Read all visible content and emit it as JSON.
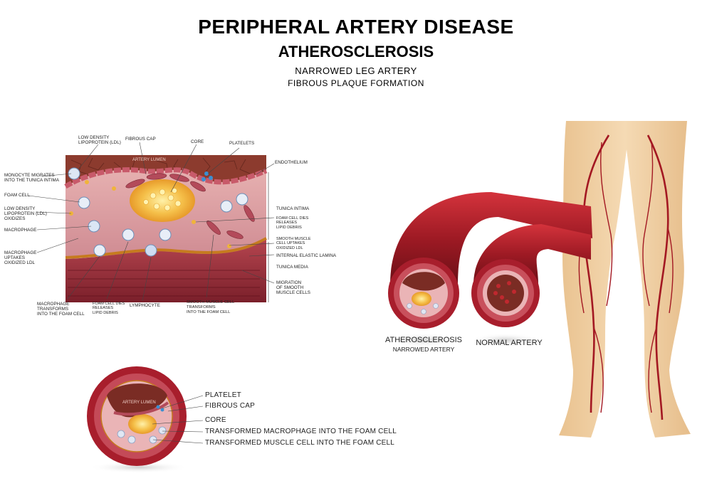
{
  "header": {
    "title": "PERIPHERAL ARTERY DISEASE",
    "subtitle": "ATHEROSCLEROSIS",
    "line1": "NARROWED LEG ARTERY",
    "line2": "FIBROUS PLAQUE FORMATION"
  },
  "detail": {
    "lumen_label": "ARTERY LUMEN",
    "top_labels": {
      "ldl": "LOW DENSITY\nLIPOPROTEIN (LDL)",
      "fibrous_cap": "FIBROUS CAP",
      "core": "CORE",
      "platelets": "PLATELETS"
    },
    "left_labels": {
      "monocyte": "MONOCYTE MIGRATES\nINTO THE TUNICA INTIMA",
      "foam_cell": "FOAM CELL",
      "ldl_oxidizes": "LOW DENSITY\nLIPOPROTEIN (LDL)\nOXIDIZES",
      "macrophage": "MACROPHAGE",
      "macrophage_uptakes": "MACROPHAGE\nUPTAKES\nOXIDIZED LDL"
    },
    "right_labels": {
      "endothelium": "ENDOTHELIUM",
      "tunica_intima": "TUNICA INTIMA",
      "foam_dies": "FOAM CELL DIES\nRELEASES\nLIPID DEBRIS",
      "smooth_uptakes": "SMOOTH MUSCLE\nCELL UPTAKES\nOXIDIZED LDL",
      "internal_elastic": "INTERNAL ELASTIC LAMINA",
      "tunica_media": "TUNICA MEDIA",
      "migration": "MIGRATION\nOF SMOOTH\nMUSCLE CELLS"
    },
    "bottom_labels": {
      "macrophage_transforms": "MACROPHAGE\nTRANSFORMS\nINTO THE FOAM CELL",
      "foam_dies": "FOAM CELL DIES\nRELEASES\nLIPID DEBRIS",
      "lymphocyte": "LYMPHOCYTE",
      "smooth_transforms": "SMOOTH MUSCLE CELL\nTRANSFORMS\nINTO THE FOAM CELL"
    }
  },
  "cross_section": {
    "lumen_label": "ARTERY LUMEN",
    "labels": [
      "PLATELET",
      "FIBROUS CAP",
      "CORE",
      "TRANSFORMED MACROPHAGE INTO THE FOAM CELL",
      "TRANSFORMED MUSCLE CELL INTO THE FOAM CELL"
    ]
  },
  "arteries": {
    "athero_title": "ATHEROSCLEROSIS",
    "athero_sub": "NARROWED ARTERY",
    "normal_title": "NORMAL ARTERY"
  },
  "colors": {
    "artery_red": "#b3202a",
    "wall_pink": "#e8a3a8",
    "plaque_yellow": "#f4b63a",
    "skin": "#f1d2a8",
    "lumen_brown": "#9a4a3c"
  }
}
